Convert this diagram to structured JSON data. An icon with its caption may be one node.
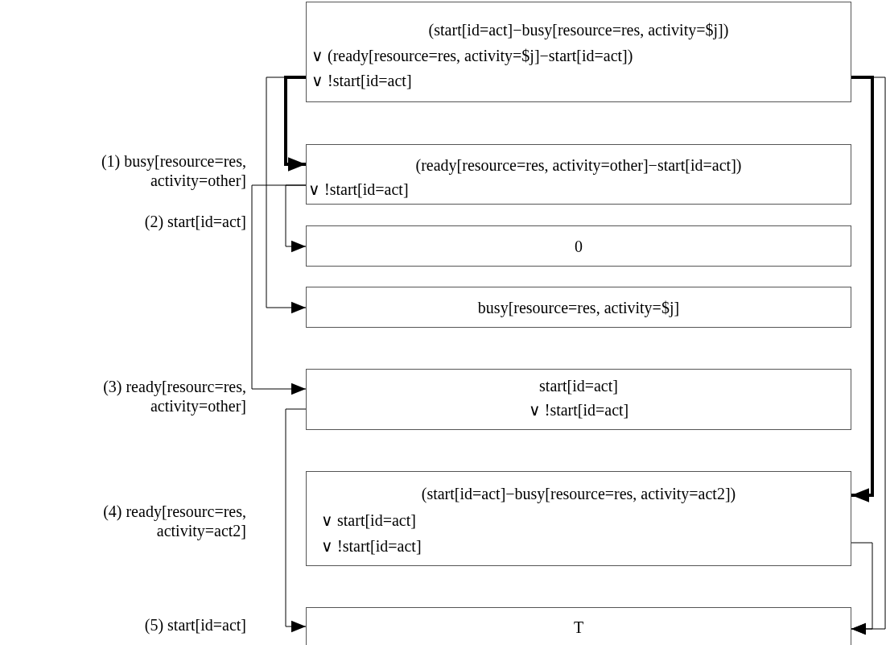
{
  "diagram": {
    "nodes": [
      {
        "text": [
          "(start[id=act]−busy[resource=res, activity=$j])",
          "∨ (ready[resource=res, activity=$j]−start[id=act])",
          "∨ !start[id=act]"
        ]
      },
      {
        "text": [
          "(ready[resource=res, activity=other]−start[id=act])",
          "∨ !start[id=act]"
        ]
      },
      {
        "text": [
          "0"
        ]
      },
      {
        "text": [
          "busy[resource=res, activity=$j]"
        ]
      },
      {
        "text": [
          "start[id=act]",
          "∨ !start[id=act]"
        ]
      },
      {
        "text": [
          "(start[id=act]−busy[resource=res, activity=act2])",
          "∨ start[id=act]",
          "∨ !start[id=act]"
        ]
      },
      {
        "text": [
          "T"
        ]
      }
    ],
    "edges": [
      {
        "from": 0,
        "to": 1,
        "arrow": "to",
        "style": "thick"
      },
      {
        "from": 0,
        "to": 3,
        "arrow": "to"
      },
      {
        "from": 0,
        "to": 5,
        "arrow": "to",
        "style": "thick"
      },
      {
        "from": 0,
        "to": 6,
        "arrow": "to"
      },
      {
        "from": 1,
        "to": 2,
        "arrow": "to"
      },
      {
        "from": 1,
        "to": 4,
        "arrow": "to"
      },
      {
        "from": 4,
        "to": 6,
        "arrow": "to"
      },
      {
        "from": 5,
        "to": 6,
        "arrow": "to"
      }
    ],
    "labels": [
      "(1) busy[resource=res, activity=other]",
      "(2) start[id=act]",
      "(3) ready[resourc=res, activity=other]",
      "(4) ready[resourc=res, activity=act2]",
      "(5) start[id=act]"
    ]
  }
}
